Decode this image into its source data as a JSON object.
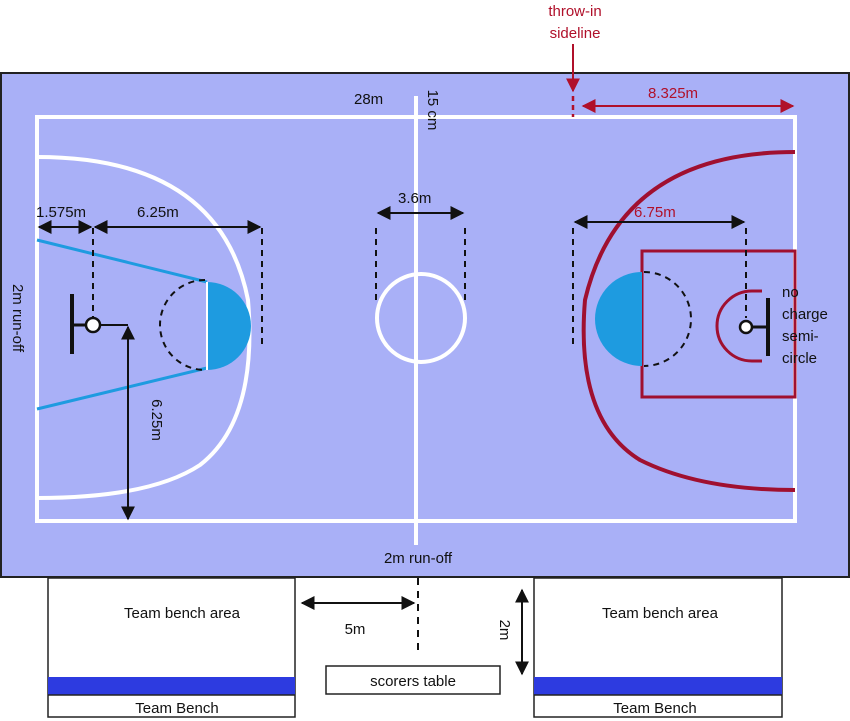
{
  "colors": {
    "court_surface": "#a9b0f7",
    "court_lines": "#ffffff",
    "right_key_lines": "#a01030",
    "left_trapezoid_lines": "#1e9be0",
    "restricted_area_fill": "#1e9be0",
    "dimension_arrows": "#111111",
    "red_annotation": "#b0102a",
    "bench_stripe": "#2d3be0"
  },
  "labels": {
    "throw_in_line1": "throw-in",
    "throw_in_line2": "sideline",
    "right_top_dim": "8.325m",
    "length_28m": "28m",
    "line_width_15cm": "15 cm",
    "centre_circle_dim": "3.6m",
    "left_1_575": "1.575m",
    "left_6_25_top": "6.25m",
    "right_6_75": "6.75m",
    "left_runoff": "2m run-off",
    "left_6_25_vertical": "6.25m",
    "no_charge_1": "no",
    "no_charge_2": "charge",
    "no_charge_3": "semi-",
    "no_charge_4": "circle",
    "bottom_runoff": "2m run-off",
    "bench_dist_5m": "5m",
    "bench_depth_2m": "2m"
  },
  "boxes": {
    "team_bench_area_left": "Team bench area",
    "team_bench_left": "Team Bench",
    "team_bench_area_right": "Team bench area",
    "team_bench_right": "Team Bench",
    "scorers_table": "scorers table"
  }
}
